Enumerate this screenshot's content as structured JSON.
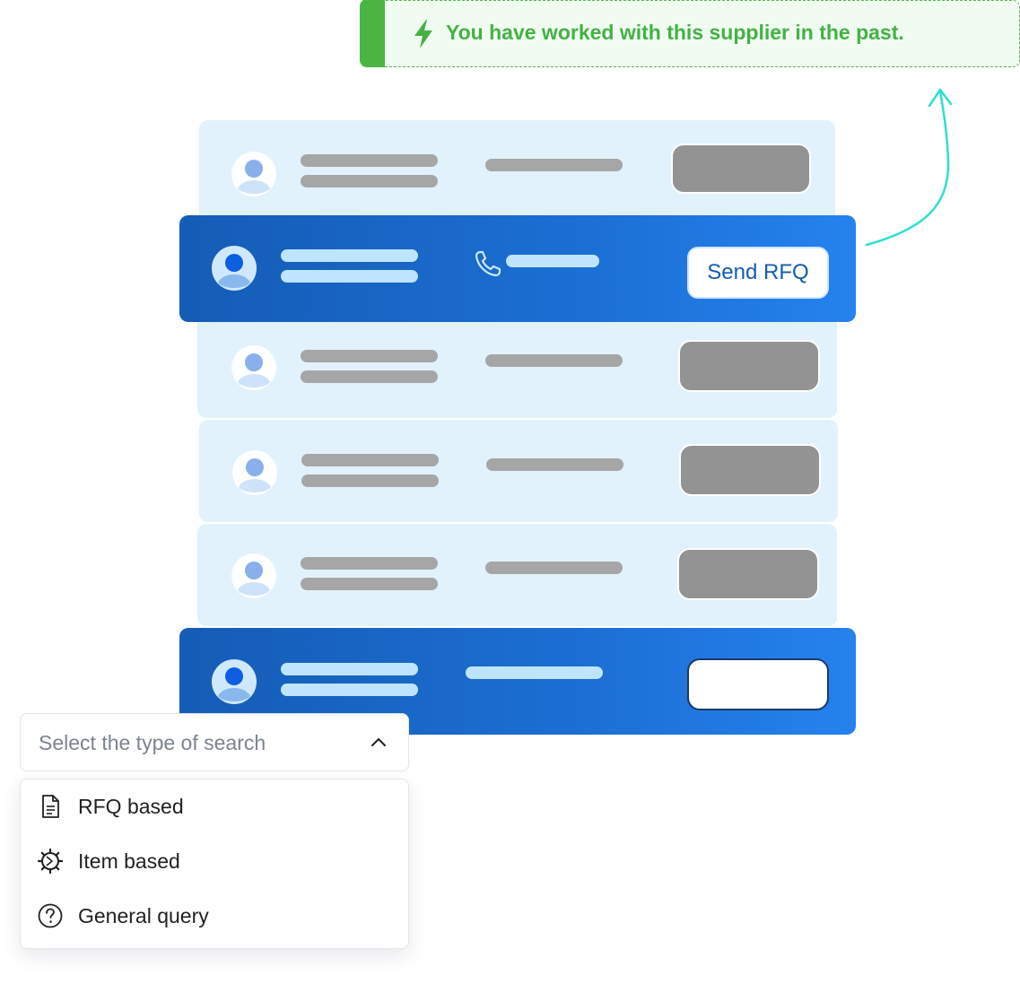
{
  "notice": {
    "text": "You have worked with this supplier in the past.",
    "icon": "lightning-icon",
    "accent": "#4bb543"
  },
  "rows": [
    {
      "style": "light",
      "action": ""
    },
    {
      "style": "highlight",
      "action": "Send RFQ",
      "icon": "phone-icon"
    },
    {
      "style": "light",
      "action": ""
    },
    {
      "style": "light",
      "action": ""
    },
    {
      "style": "light",
      "action": ""
    },
    {
      "style": "highlight",
      "action": ""
    }
  ],
  "search": {
    "placeholder": "Select the type of search",
    "icon": "chevron-up-icon",
    "options": [
      {
        "label": "RFQ based",
        "icon": "document-icon"
      },
      {
        "label": "Item based",
        "icon": "gear-icon"
      },
      {
        "label": "General query",
        "icon": "question-circle-icon"
      }
    ]
  },
  "colors": {
    "primary": "#1c6fd4",
    "row_light": "#e1f2fc",
    "arrow": "#2de0d0"
  }
}
